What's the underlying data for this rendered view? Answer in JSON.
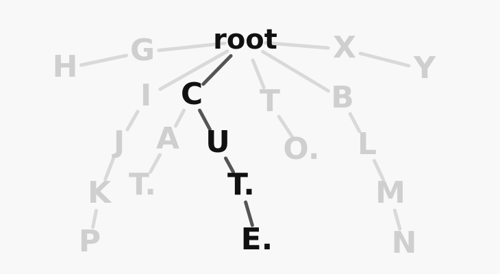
{
  "trie": {
    "highlighted_word": "CUTE.",
    "colors": {
      "active_text": "#111111",
      "active_edge": "#555555",
      "inactive_text": "#cfcfcf",
      "inactive_edge": "#d9d9d9",
      "background": "#f8f8f8"
    },
    "nodes": [
      {
        "id": "root",
        "label": "root",
        "active": true
      },
      {
        "id": "G",
        "label": "G",
        "active": false
      },
      {
        "id": "H",
        "label": "H",
        "active": false
      },
      {
        "id": "I",
        "label": "I",
        "active": false
      },
      {
        "id": "J",
        "label": "J",
        "active": false
      },
      {
        "id": "K",
        "label": "K",
        "active": false
      },
      {
        "id": "P",
        "label": "P",
        "active": false
      },
      {
        "id": "A",
        "label": "A",
        "active": false
      },
      {
        "id": "T1",
        "label": "T.",
        "active": false
      },
      {
        "id": "C",
        "label": "C",
        "active": true
      },
      {
        "id": "U",
        "label": "U",
        "active": true
      },
      {
        "id": "T2",
        "label": "T.",
        "active": true
      },
      {
        "id": "E",
        "label": "E.",
        "active": true
      },
      {
        "id": "T3",
        "label": "T",
        "active": false
      },
      {
        "id": "O",
        "label": "O.",
        "active": false
      },
      {
        "id": "X",
        "label": "X",
        "active": false
      },
      {
        "id": "Y",
        "label": "Y",
        "active": false
      },
      {
        "id": "B",
        "label": "B",
        "active": false
      },
      {
        "id": "L",
        "label": "L",
        "active": false
      },
      {
        "id": "M",
        "label": "M",
        "active": false
      },
      {
        "id": "N",
        "label": "N",
        "active": false
      }
    ],
    "edges": [
      {
        "from": "root",
        "to": "G",
        "active": false
      },
      {
        "from": "G",
        "to": "H",
        "active": false
      },
      {
        "from": "root",
        "to": "I",
        "active": false
      },
      {
        "from": "I",
        "to": "J",
        "active": false
      },
      {
        "from": "J",
        "to": "K",
        "active": false
      },
      {
        "from": "K",
        "to": "P",
        "active": false
      },
      {
        "from": "C",
        "to": "A",
        "active": false
      },
      {
        "from": "A",
        "to": "T1",
        "active": false
      },
      {
        "from": "root",
        "to": "C",
        "active": true
      },
      {
        "from": "C",
        "to": "U",
        "active": true
      },
      {
        "from": "U",
        "to": "T2",
        "active": true
      },
      {
        "from": "T2",
        "to": "E",
        "active": true
      },
      {
        "from": "root",
        "to": "T3",
        "active": false
      },
      {
        "from": "T3",
        "to": "O",
        "active": false
      },
      {
        "from": "root",
        "to": "X",
        "active": false
      },
      {
        "from": "X",
        "to": "Y",
        "active": false
      },
      {
        "from": "root",
        "to": "B",
        "active": false
      },
      {
        "from": "B",
        "to": "L",
        "active": false
      },
      {
        "from": "L",
        "to": "M",
        "active": false
      },
      {
        "from": "M",
        "to": "N",
        "active": false
      }
    ]
  }
}
